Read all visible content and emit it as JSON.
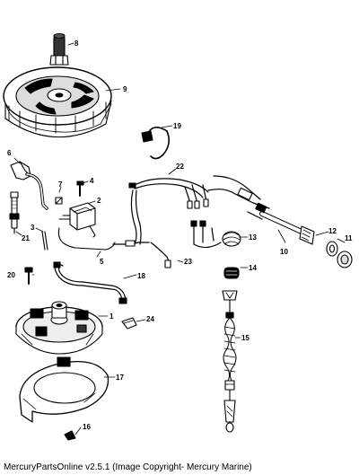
{
  "diagram": {
    "parts": [
      {
        "id": "p8",
        "label": "8"
      },
      {
        "id": "p9",
        "label": "9"
      },
      {
        "id": "p19",
        "label": "19"
      },
      {
        "id": "p6",
        "label": "6"
      },
      {
        "id": "p22",
        "label": "22"
      },
      {
        "id": "p4",
        "label": "4"
      },
      {
        "id": "p7",
        "label": "7"
      },
      {
        "id": "p2",
        "label": "2"
      },
      {
        "id": "p3",
        "label": "3"
      },
      {
        "id": "p21",
        "label": "21"
      },
      {
        "id": "p13",
        "label": "13"
      },
      {
        "id": "p12",
        "label": "12"
      },
      {
        "id": "p11",
        "label": "11"
      },
      {
        "id": "p10",
        "label": "10"
      },
      {
        "id": "p5",
        "label": "5"
      },
      {
        "id": "p23",
        "label": "23"
      },
      {
        "id": "p14",
        "label": "14"
      },
      {
        "id": "p20",
        "label": "20"
      },
      {
        "id": "p18",
        "label": "18"
      },
      {
        "id": "p1",
        "label": "1"
      },
      {
        "id": "p24",
        "label": "24"
      },
      {
        "id": "p15",
        "label": "15"
      },
      {
        "id": "p17",
        "label": "17"
      },
      {
        "id": "p16",
        "label": "16"
      }
    ],
    "caption": "MercuryPartsOnline v2.5.1 (Image Copyright- Mercury Marine)"
  }
}
